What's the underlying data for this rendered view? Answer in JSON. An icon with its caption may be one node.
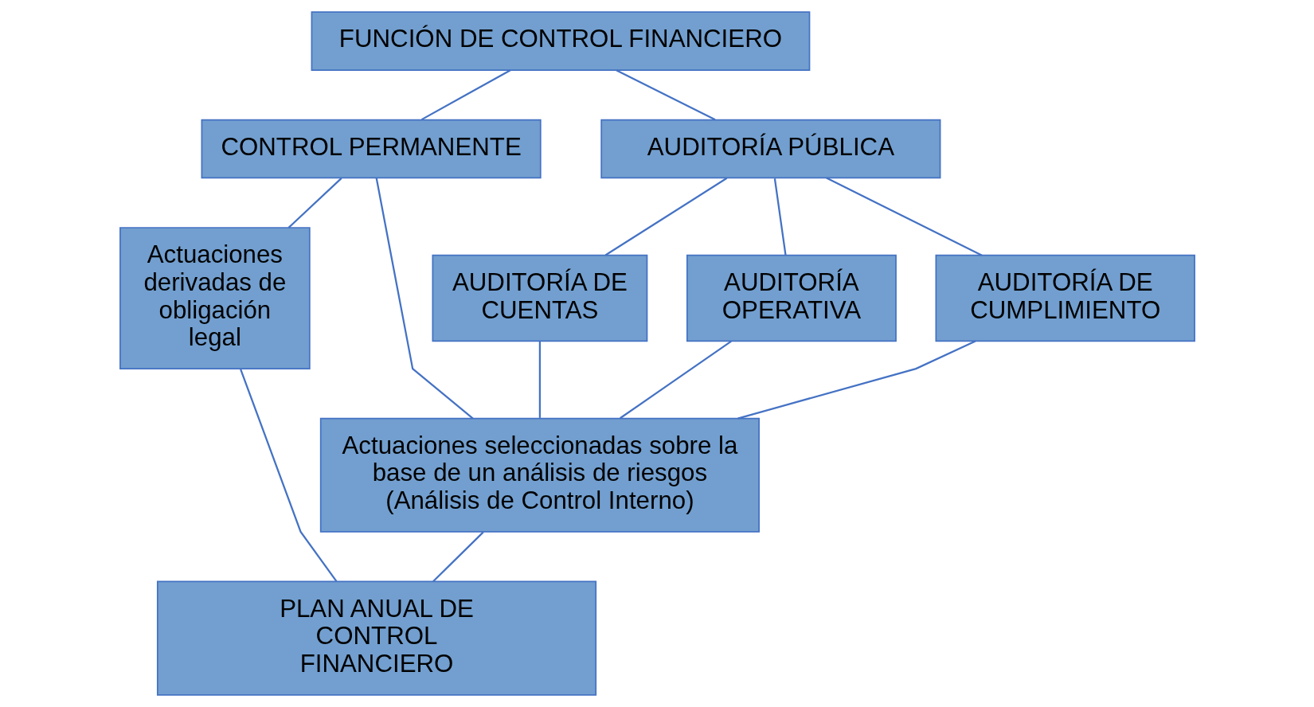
{
  "diagram": {
    "nodes": [
      {
        "text": [
          "FUNCIÓN DE CONTROL FINANCIERO"
        ]
      },
      {
        "text": [
          "CONTROL PERMANENTE"
        ]
      },
      {
        "text": [
          "AUDITORÍA PÚBLICA"
        ]
      },
      {
        "text": [
          "AUDITORÍA DE CUENTAS"
        ]
      },
      {
        "text": [
          "AUDITORÍA OPERATIVA"
        ]
      },
      {
        "text": [
          "AUDITORÍA DE CUMPLIMIENTO"
        ]
      },
      {
        "text": [
          "Actuaciones derivadas de obligación legal"
        ]
      },
      {
        "text": [
          "Actuaciones seleccionadas sobre la base de un análisis de riesgos (Análisis de Control Interno)"
        ]
      },
      {
        "text": [
          "PLAN ANUAL DE CONTROL FINANCIERO"
        ]
      }
    ],
    "edges": [
      {
        "from": 0,
        "to": 1,
        "arrow": "none"
      },
      {
        "from": 0,
        "to": 2,
        "arrow": "none"
      },
      {
        "from": 1,
        "to": 6,
        "arrow": "none"
      },
      {
        "from": 1,
        "to": 7,
        "arrow": "none"
      },
      {
        "from": 2,
        "to": 3,
        "arrow": "none"
      },
      {
        "from": 2,
        "to": 4,
        "arrow": "none"
      },
      {
        "from": 2,
        "to": 5,
        "arrow": "none"
      },
      {
        "from": 3,
        "to": 7,
        "arrow": "none"
      },
      {
        "from": 4,
        "to": 7,
        "arrow": "none"
      },
      {
        "from": 5,
        "to": 7,
        "arrow": "none"
      },
      {
        "from": 6,
        "to": 8,
        "arrow": "none"
      },
      {
        "from": 7,
        "to": 8,
        "arrow": "none"
      }
    ]
  }
}
